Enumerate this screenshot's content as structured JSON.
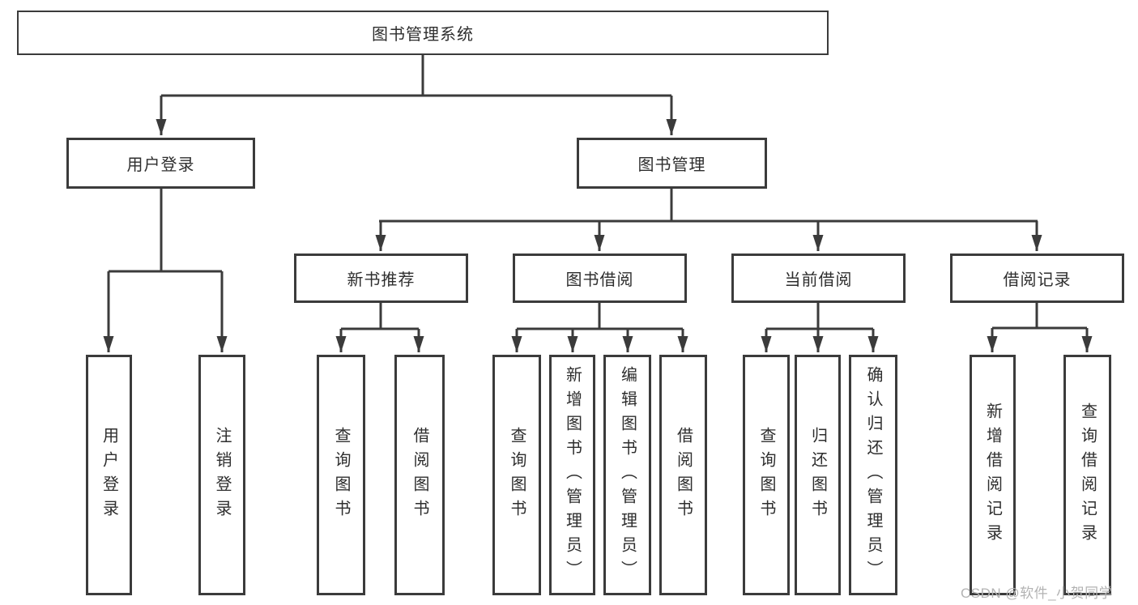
{
  "diagram": {
    "root": {
      "label": "图书管理系统"
    },
    "branches": [
      {
        "label": "用户登录",
        "children": [
          {
            "label": "用户登录"
          },
          {
            "label": "注销登录"
          }
        ]
      },
      {
        "label": "图书管理",
        "children": [
          {
            "label": "新书推荐",
            "children": [
              {
                "label": "查询图书"
              },
              {
                "label": "借阅图书"
              }
            ]
          },
          {
            "label": "图书借阅",
            "children": [
              {
                "label": "查询图书"
              },
              {
                "label": "新增图书（管理员）"
              },
              {
                "label": "编辑图书（管理员）"
              },
              {
                "label": "借阅图书"
              }
            ]
          },
          {
            "label": "当前借阅",
            "children": [
              {
                "label": "查询图书"
              },
              {
                "label": "归还图书"
              },
              {
                "label": "确认归还（管理员）"
              }
            ]
          },
          {
            "label": "借阅记录",
            "children": [
              {
                "label": "新增借阅记录"
              },
              {
                "label": "查询借阅记录"
              }
            ]
          }
        ]
      }
    ]
  },
  "watermark": {
    "text": "CSDN @软件_小贺同学"
  },
  "colors": {
    "line": "#3b3b3b",
    "text": "#2e2e2e",
    "watermark": "#b3b3b3",
    "background": "#ffffff"
  }
}
